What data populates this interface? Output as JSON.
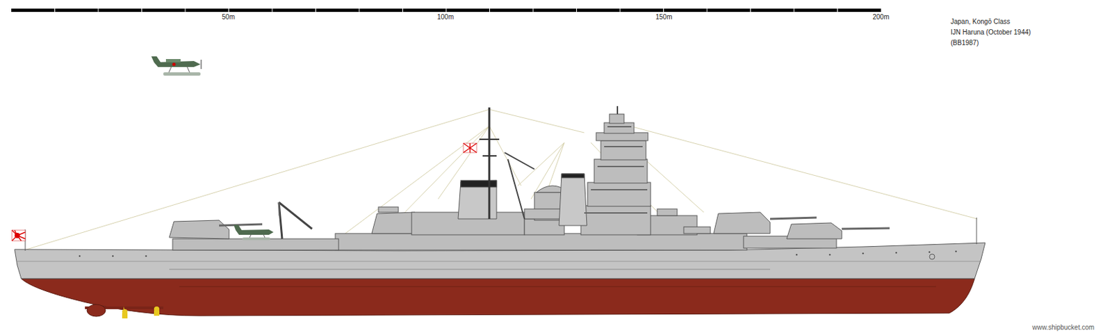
{
  "diagram": {
    "title": "Japan, Kongō Class",
    "labels": [
      "50m",
      "100m",
      "150m",
      "200m",
      "IJN Haruna (October 1944)",
      "(BB1987)",
      "www.shipbucket.com"
    ]
  }
}
